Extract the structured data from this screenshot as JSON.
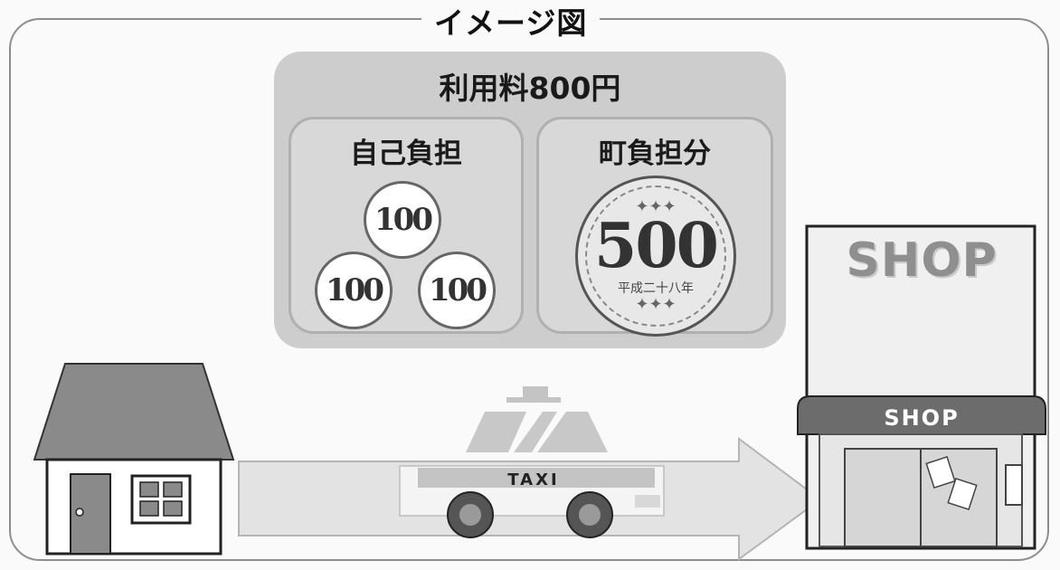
{
  "diagram": {
    "title": "イメージ図",
    "fee_total": "利用料800円",
    "self_pay": {
      "label": "自己負担",
      "coins": [
        "100",
        "100",
        "100"
      ]
    },
    "town_pay": {
      "label": "町負担分",
      "coin_value": "500",
      "coin_era": "平成二十八年"
    },
    "taxi": {
      "label": "TAXI"
    },
    "shop": {
      "sign_top": "SHOP",
      "sign_awning": "SHOP"
    }
  }
}
